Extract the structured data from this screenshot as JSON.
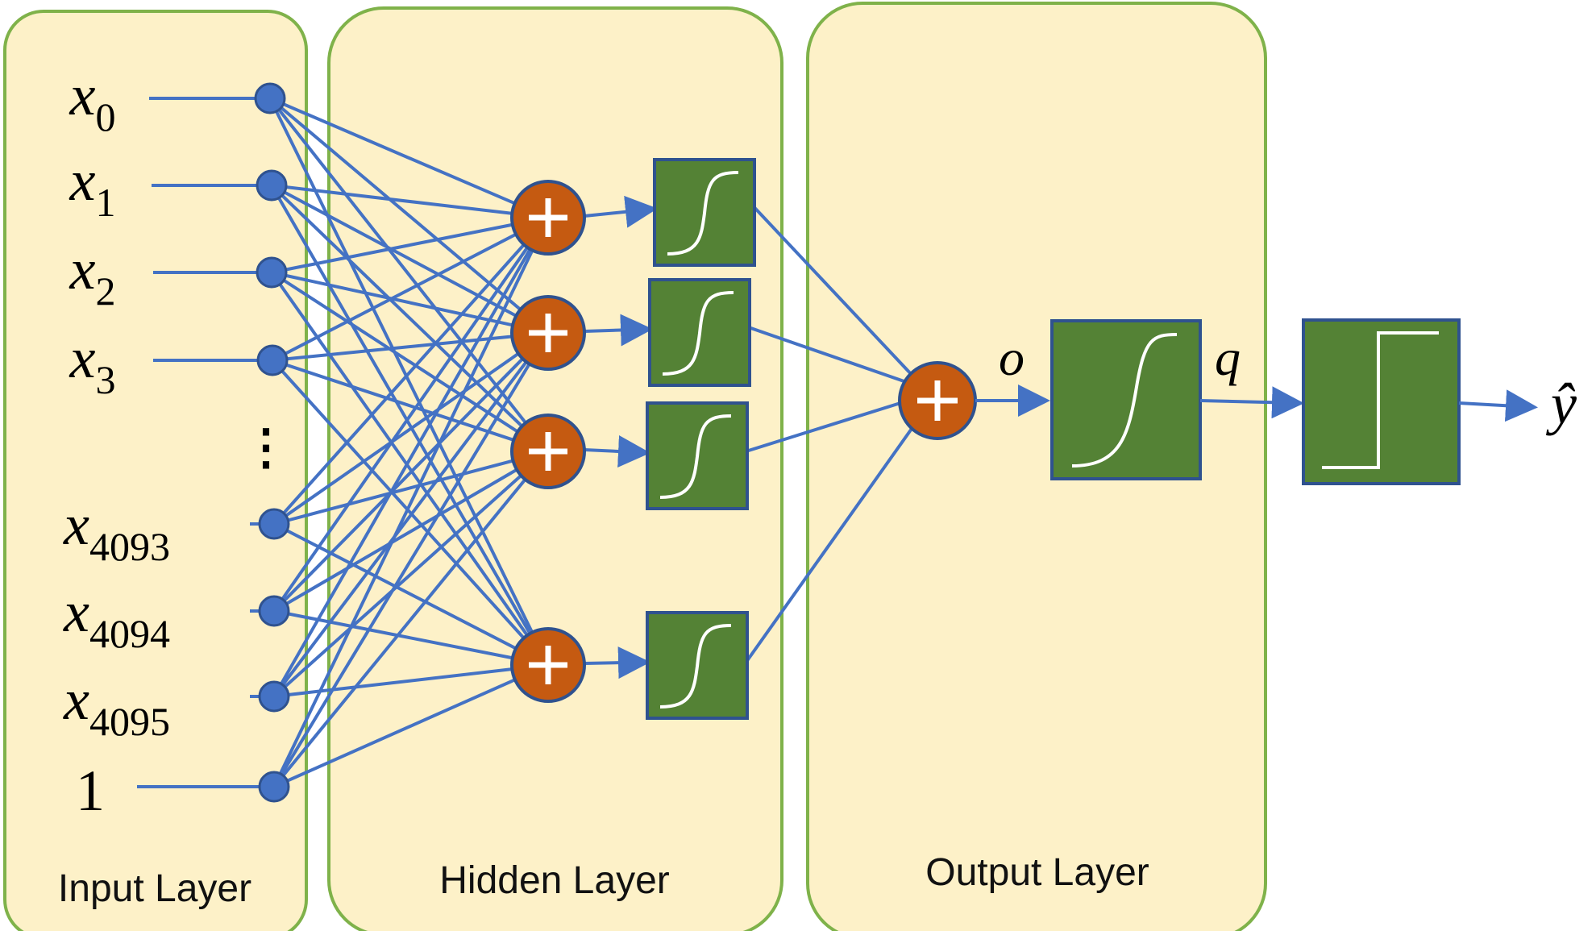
{
  "layers": {
    "input": "Input Layer",
    "hidden": "Hidden Layer",
    "output": "Output Layer"
  },
  "inputs": [
    {
      "base": "x",
      "sub": "0"
    },
    {
      "base": "x",
      "sub": "1"
    },
    {
      "base": "x",
      "sub": "2"
    },
    {
      "base": "x",
      "sub": "3"
    },
    {
      "base": "x",
      "sub": "4093"
    },
    {
      "base": "x",
      "sub": "4094"
    },
    {
      "base": "x",
      "sub": "4095"
    }
  ],
  "bias_label": "1",
  "ellipsis": "⋮",
  "signals": {
    "o": "o",
    "q": "q",
    "y_hat": "ŷ"
  },
  "colors": {
    "panel_fill": "#fdf1c8",
    "panel_border": "#7fb24a",
    "connection": "#4472c4",
    "sum_node": "#c55a11",
    "activation_box": "#548235"
  },
  "icons": {
    "sum": "plus-icon",
    "sigmoid": "sigmoid-curve-icon",
    "step": "step-function-icon"
  }
}
